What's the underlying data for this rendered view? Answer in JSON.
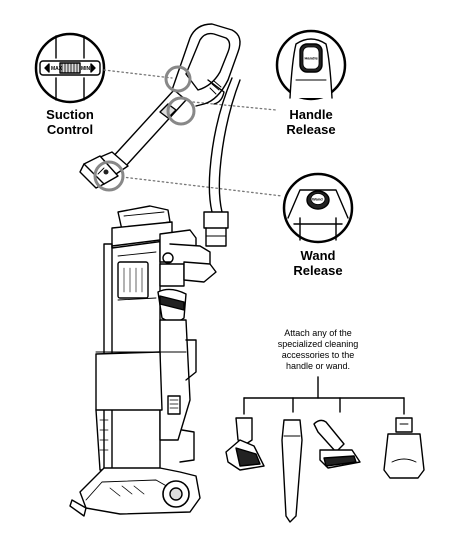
{
  "labels": {
    "suction_line1": "Suction",
    "suction_line2": "Control",
    "handle_line1": "Handle",
    "handle_line2": "Release",
    "wand_line1": "Wand",
    "wand_line2": "Release"
  },
  "suction_detail": {
    "min_label": "MIN",
    "max_label": "MAX"
  },
  "handle_detail": {
    "button_text": "Handle"
  },
  "wand_detail": {
    "button_text": "Wand"
  },
  "accessories_note": {
    "line1": "Attach any of the",
    "line2": "specialized cleaning",
    "line3": "accessories to the",
    "line4": "handle or wand."
  },
  "colors": {
    "line": "#000000",
    "fill_gray": "#d9d9d9",
    "fill_dark": "#222222",
    "leader_dots": "#777777"
  }
}
